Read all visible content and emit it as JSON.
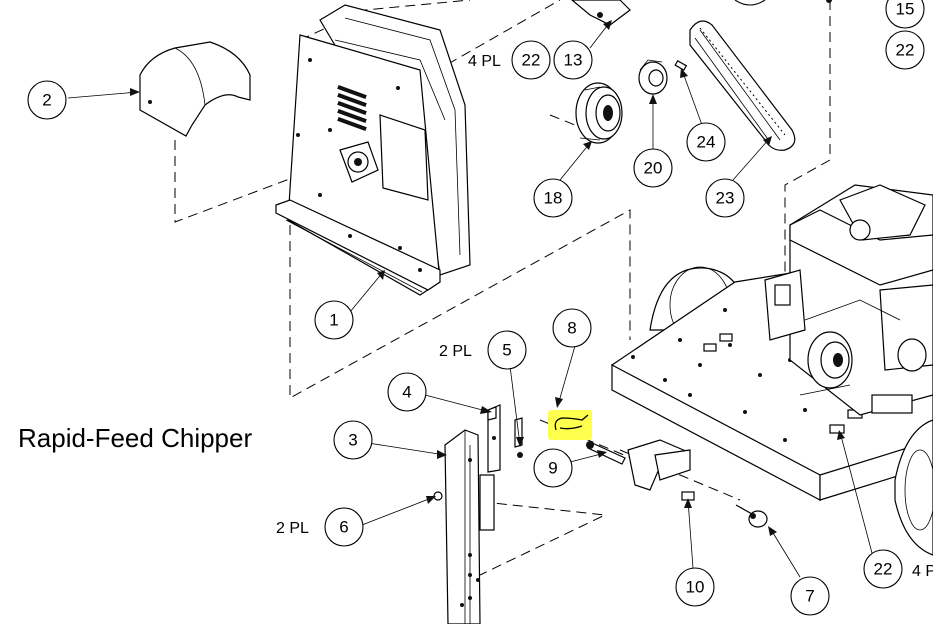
{
  "title": "Rapid-Feed Chipper",
  "highlight_color": "#ffff4d",
  "callouts": {
    "c1": "1",
    "c2": "2",
    "c3": "3",
    "c4": "4",
    "c5": "5",
    "c6": "6",
    "c7": "7",
    "c8": "8",
    "c9": "9",
    "c10": "10",
    "c13": "13",
    "c15": "15",
    "c18": "18",
    "c20": "20",
    "c22a": "22",
    "c22b": "22",
    "c22c": "22",
    "c23": "23",
    "c24": "24"
  },
  "quantity_notes": {
    "q4pl_top": "4 PL",
    "q2pl_5": "2 PL",
    "q2pl_6": "2 PL",
    "q4pl_bottom": "4 P"
  }
}
